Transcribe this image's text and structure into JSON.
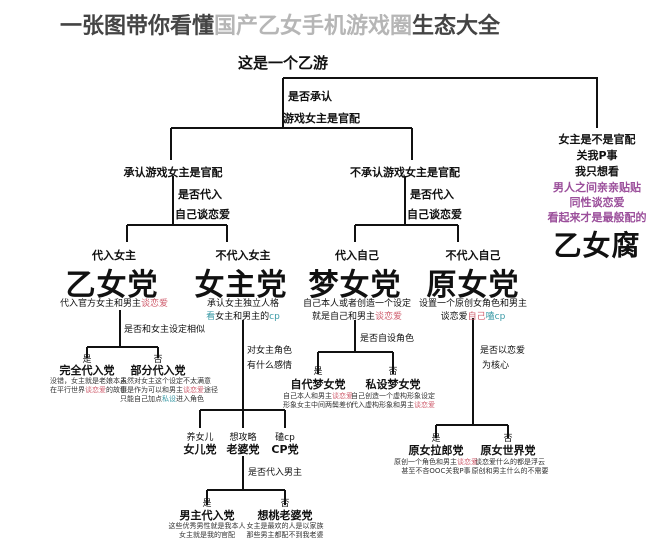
{
  "title": {
    "part1": "一张图带你看懂",
    "part2": "国产乙女手机游戏圈",
    "part3": "生态大全"
  },
  "root": "这是一个乙游",
  "q_root": [
    "是否承认",
    "游戏女主是官配"
  ],
  "right_branch": {
    "q": "女主是不是官配",
    "lines": [
      "关我P事",
      "我只想看"
    ],
    "pink_lines": [
      "男人之间亲亲贴贴",
      "同性谈恋爱",
      "看起来才是最般配的"
    ],
    "group": "乙女腐"
  },
  "left_mid": {
    "label": "承认游戏女主是官配",
    "q1": "是否代入",
    "q2": "自己谈恋爱"
  },
  "right_mid": {
    "label": "不承认游戏女主是官配",
    "q1": "是否代入",
    "q2": "自己谈恋爱"
  },
  "nodes": {
    "yinv": {
      "head": "代入女主",
      "group": "乙女党",
      "desc1": "代入官方女主和男主",
      "desc1_pink": "谈恋爱"
    },
    "nvzhu": {
      "head": "不代入女主",
      "group": "女主党",
      "desc1": "承认女主独立人格",
      "desc2_pink": "看",
      "desc2": "女主和男主的",
      "desc2_teal": "cp"
    },
    "meng": {
      "head": "代入自己",
      "group": "梦女党",
      "desc1": "自己本人或者创造一个设定",
      "desc2": "就是自己和男主",
      "desc2_pink": "谈恋爱"
    },
    "yuan": {
      "head": "不代入自己",
      "group": "原女党",
      "desc1": "设置一个原创女角色和男主",
      "desc2": "谈恋爱",
      "desc2_pink": "自己",
      "desc2_teal": "嗑cp"
    }
  },
  "yinv_split": {
    "q": "是否和女主设定相似",
    "yes_label": "是",
    "no_label": "否",
    "yes_group": "完全代入党",
    "no_group": "部分代入党",
    "yes_desc": [
      "没错，女主就是老娘本人",
      "在平行世界",
      "谈恋爱",
      "的故事"
    ],
    "no_desc": [
      "虽然对女主这个设定不太满意",
      "但是作为可以和男主",
      "谈恋爱",
      "途径",
      "只能自己加点",
      "私设",
      "进入角色"
    ]
  },
  "nvzhu_split": {
    "q1": "对女主角色",
    "q2": "有什么感情",
    "g1_head": "养女儿",
    "g1": "女儿党",
    "g2_head": "想攻略",
    "g2": "老婆党",
    "g3_head": "磕cp",
    "g3": "CP党",
    "q3": "是否代入男主",
    "yes_label": "是",
    "no_label": "否",
    "yes_group": "男主代入党",
    "no_group": "想桃老婆党",
    "yes_desc": [
      "这些优秀男性就是我本人",
      "女主就是我的官配"
    ],
    "no_desc": [
      "女主是最欢的人是以家族",
      "那些男主都配不到我老婆"
    ]
  },
  "meng_split": {
    "q": "是否自设角色",
    "yes_label": "是",
    "no_label": "否",
    "yes_group": "自代梦女党",
    "no_group": "私设梦女党",
    "yes_desc": [
      "自己本人和男主",
      "谈恋爱",
      "形象女主中间两鬓差价"
    ],
    "no_desc": [
      "自己创造一个虚构形象设定",
      "代入虚构形象和男主",
      "谈恋爱"
    ]
  },
  "yuan_split": {
    "q1": "是否以恋爱",
    "q2": "为核心",
    "yes_label": "是",
    "no_label": "否",
    "yes_group": "原女拉郎党",
    "no_group": "原女世界党",
    "yes_desc": [
      "原创一个角色和男主",
      "谈恋爱",
      "甚至不吝OOC关我P事"
    ],
    "no_desc": [
      "谈恋爱什么的都是浮云",
      "原创和男主什么的不需要"
    ]
  }
}
